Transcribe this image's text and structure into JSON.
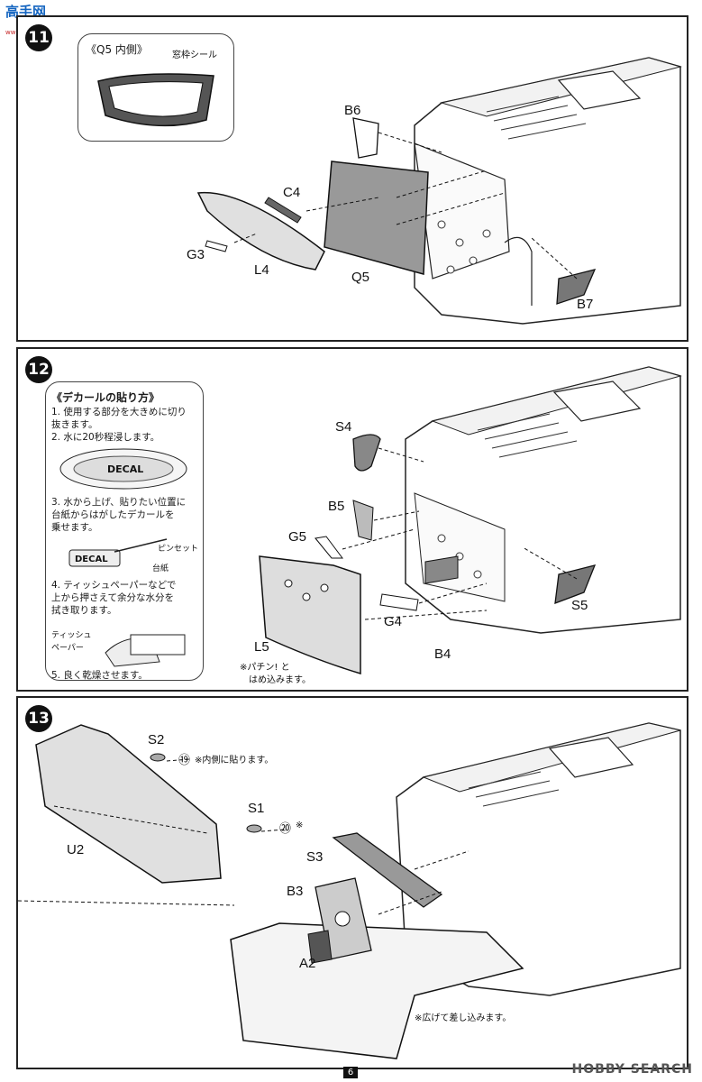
{
  "watermark_top": {
    "brand": "高手网",
    "url": "www.gaoshou.com"
  },
  "watermark_bottom": {
    "text": "HOBBY SEARCH"
  },
  "page_number": "6",
  "step11": {
    "number": "11",
    "inset_title": "《Q5 内側》",
    "inset_label": "窓枠シール",
    "parts": [
      "B6",
      "C4",
      "G3",
      "L4",
      "Q5",
      "B7"
    ]
  },
  "step12": {
    "number": "12",
    "decal_title": "《デカールの貼り方》",
    "decal_steps": [
      "1. 使用する部分を大きめに切り",
      "   抜きます。",
      "2. 水に20秒程浸します。",
      "3. 水から上げ、貼りたい位置に",
      "   台紙からはがしたデカールを",
      "   乗せます。",
      "4. ティッシュペーパーなどで",
      "   上から押さえて余分な水分を",
      "   拭き取ります。",
      "5. 良く乾燥させます。"
    ],
    "decal_word": "DECAL",
    "tweezers": "ピンセット",
    "backing": "台紙",
    "tissue": "ティッシュ\nペーパー",
    "parts": [
      "S4",
      "B5",
      "G5",
      "S5",
      "G4",
      "L5",
      "B4"
    ],
    "snap_note_1": "※パチン! と",
    "snap_note_2": "はめ込みます。"
  },
  "step13": {
    "number": "13",
    "parts": [
      "S2",
      "S1",
      "U2",
      "S3",
      "B3",
      "A2"
    ],
    "s2_marker": "⑲",
    "s2_note": "※内側に貼ります。",
    "s1_marker": "⑳",
    "s1_note": "※",
    "spread_note": "※広げて差し込みます。"
  }
}
